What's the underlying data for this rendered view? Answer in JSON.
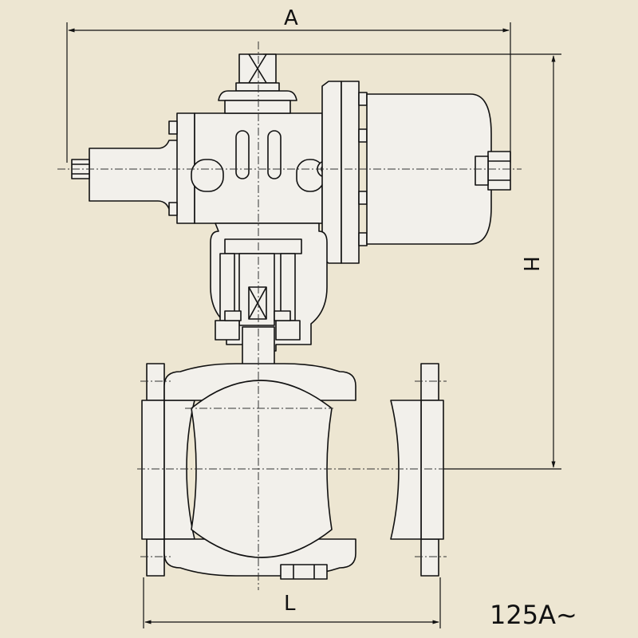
{
  "dimensions": {
    "a": "A",
    "h": "H",
    "l": "L"
  },
  "size_label": "125A~",
  "colors": {
    "background": "#ede6d2",
    "line": "#111111",
    "fill": "#f2f0eb"
  }
}
